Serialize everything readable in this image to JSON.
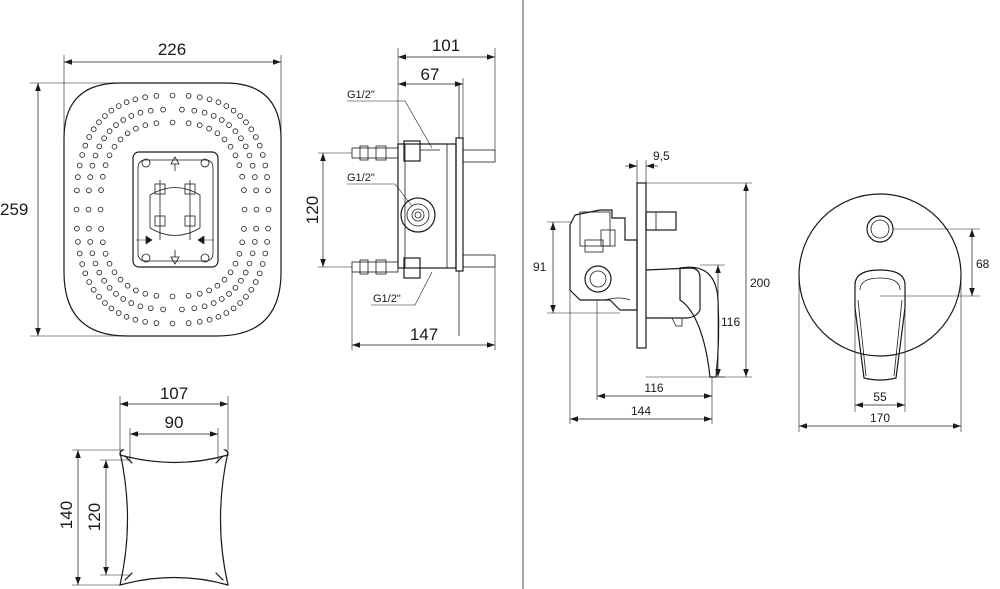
{
  "panels": {
    "left": {
      "front_view": {
        "width": "226",
        "height": "259"
      },
      "side_view": {
        "depth_total": "101",
        "depth_inner": "67",
        "spacing": "120",
        "base": "147",
        "thread_top": "G1/2\"",
        "thread_mid": "G1/2\"",
        "thread_bottom": "G1/2\""
      },
      "plate": {
        "outer_width": "107",
        "inner_width": "90",
        "outer_height": "140",
        "inner_height": "120"
      }
    },
    "right": {
      "side_view": {
        "plate_thickness": "9,5",
        "height_total": "200",
        "body_height": "91",
        "lever_height": "116",
        "lever_reach": "116",
        "total_depth": "144"
      },
      "front_view": {
        "diameter": "170",
        "lever_width": "55",
        "button_offset": "68"
      }
    }
  }
}
